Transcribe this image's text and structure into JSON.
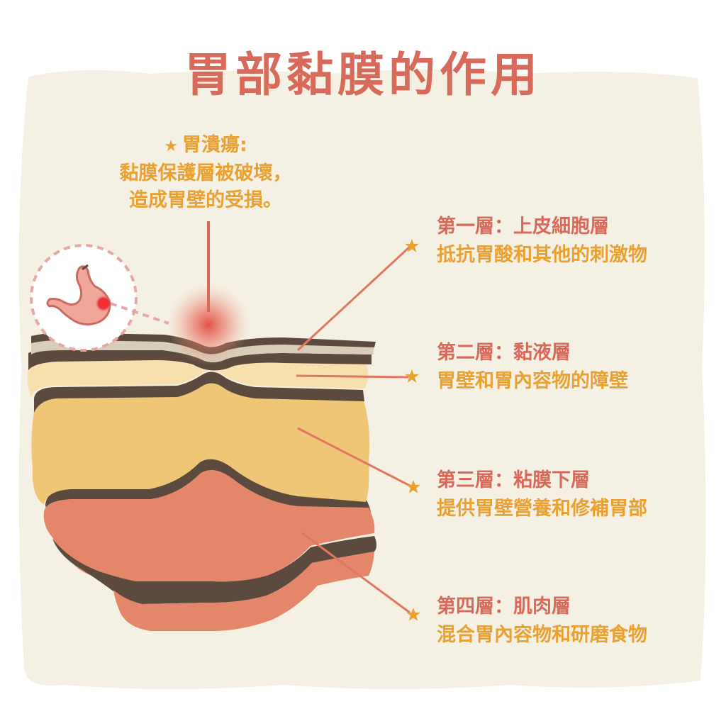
{
  "title": "胃部黏膜的作用",
  "ulcer": {
    "heading": "胃潰瘍:",
    "lines": [
      "黏膜保護層被破壞，",
      "造成胃壁的受損。"
    ]
  },
  "layers": [
    {
      "name": "第一層：上皮細胞層",
      "desc": "抵抗胃酸和其他的刺激物"
    },
    {
      "name": "第二層：黏液層",
      "desc": "胃壁和胃內容物的障壁"
    },
    {
      "name": "第三層：粘膜下層",
      "desc": "提供胃壁營養和修補胃部"
    },
    {
      "name": "第四層：肌肉層",
      "desc": "混合胃內容物和研磨食物"
    }
  ],
  "icons": {
    "star": "star-icon",
    "stomach": "stomach-icon"
  },
  "colors": {
    "background": "#f4f0e4",
    "title": "#d86a5c",
    "label_name": "#d86a5c",
    "label_desc": "#e8a132",
    "layer1": "#d8cdb8",
    "layer2": "#f8dfae",
    "layer3": "#eec675",
    "layer4": "#e3866a",
    "outline": "#5b4a3d",
    "pointer": "#e0775f",
    "ulcer_glow": "#e04a3f"
  }
}
